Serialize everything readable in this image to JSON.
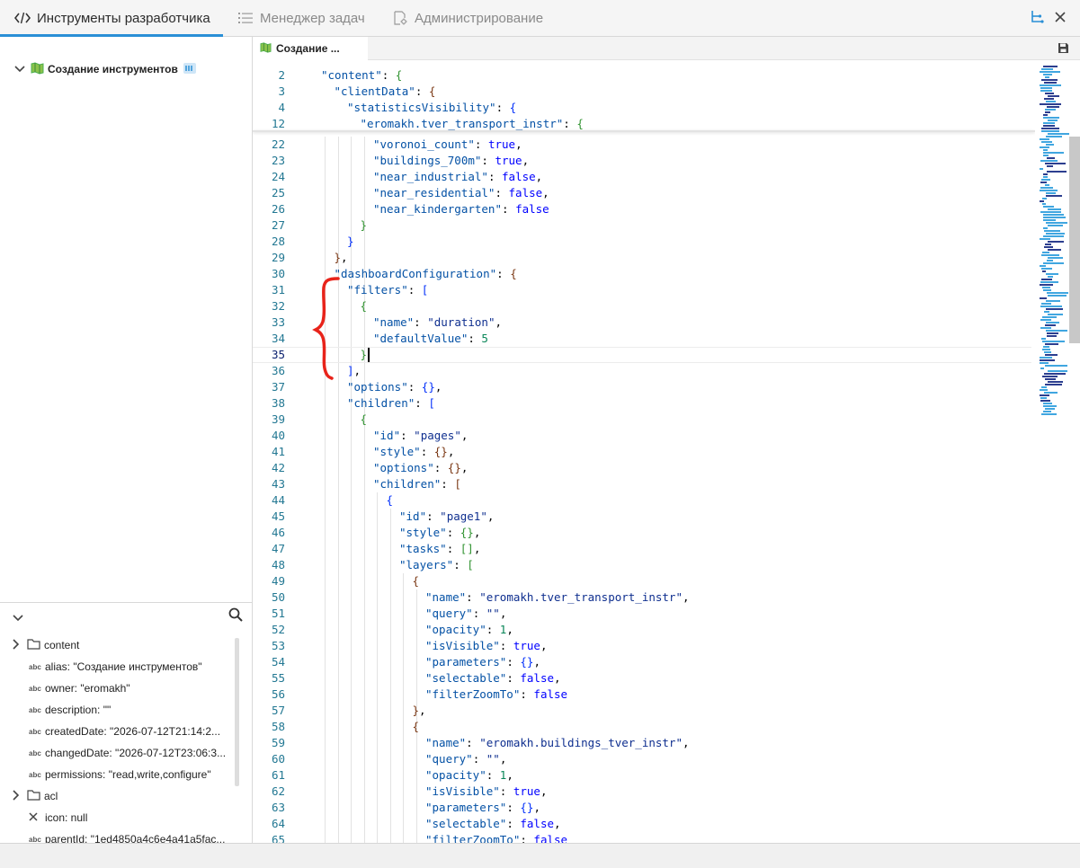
{
  "tabs": [
    {
      "label": "Инструменты разработчика",
      "icon": "code-icon"
    },
    {
      "label": "Менеджер задач",
      "icon": "list-icon"
    },
    {
      "label": "Администрирование",
      "icon": "admin-settings-icon"
    }
  ],
  "tree": {
    "root_label": "Создание инструментов"
  },
  "editor_tab": {
    "label": "Создание ..."
  },
  "properties": [
    {
      "type": "folder",
      "text": "content"
    },
    {
      "type": "abc",
      "text": "alias: \"Создание инструментов\""
    },
    {
      "type": "abc",
      "text": "owner: \"eromakh\""
    },
    {
      "type": "abc",
      "text": "description: \"\""
    },
    {
      "type": "abc",
      "text": "createdDate: \"2026-07-12T21:14:2..."
    },
    {
      "type": "abc",
      "text": "changedDate: \"2026-07-12T23:06:3..."
    },
    {
      "type": "abc",
      "text": "permissions: \"read,write,configure\""
    },
    {
      "type": "folder",
      "text": "acl"
    },
    {
      "type": "null",
      "text": "icon: null"
    },
    {
      "type": "abc",
      "text": "parentId: \"1ed4850a4c6e4a41a5fac..."
    }
  ],
  "abc_label": "abc",
  "sticky_lines": [
    {
      "n": "2",
      "indent": 0,
      "code": "<span class=\"k\">\"content\"</span>: <span class=\"br1\">{</span>"
    },
    {
      "n": "3",
      "indent": 1,
      "code": "<span class=\"k\">\"clientData\"</span>: <span class=\"br2\">{</span>"
    },
    {
      "n": "4",
      "indent": 2,
      "code": "<span class=\"k\">\"statisticsVisibility\"</span>: <span class=\"br3\">{</span>"
    },
    {
      "n": "12",
      "indent": 3,
      "code": "<span class=\"k\">\"eromakh.tver_transport_instr\"</span>: <span class=\"br1\">{</span>"
    }
  ],
  "lines": [
    {
      "n": "22",
      "indent": 4,
      "code": "<span class=\"k\">\"voronoi_count\"</span>: <span class=\"b\">true</span>,"
    },
    {
      "n": "23",
      "indent": 4,
      "code": "<span class=\"k\">\"buildings_700m\"</span>: <span class=\"b\">true</span>,"
    },
    {
      "n": "24",
      "indent": 4,
      "code": "<span class=\"k\">\"near_industrial\"</span>: <span class=\"b\">false</span>,"
    },
    {
      "n": "25",
      "indent": 4,
      "code": "<span class=\"k\">\"near_residential\"</span>: <span class=\"b\">false</span>,"
    },
    {
      "n": "26",
      "indent": 4,
      "code": "<span class=\"k\">\"near_kindergarten\"</span>: <span class=\"b\">false</span>"
    },
    {
      "n": "27",
      "indent": 3,
      "code": "<span class=\"br1\">}</span>"
    },
    {
      "n": "28",
      "indent": 2,
      "code": "<span class=\"br3\">}</span>"
    },
    {
      "n": "29",
      "indent": 1,
      "code": "<span class=\"br2\">}</span>,"
    },
    {
      "n": "30",
      "indent": 1,
      "code": "<span class=\"k\">\"dashboardConfiguration\"</span>: <span class=\"br2\">{</span>"
    },
    {
      "n": "31",
      "indent": 2,
      "code": "<span class=\"k\">\"filters\"</span>: <span class=\"br3\">[</span>"
    },
    {
      "n": "32",
      "indent": 3,
      "code": "<span class=\"br1\">{</span>"
    },
    {
      "n": "33",
      "indent": 4,
      "code": "<span class=\"k\">\"name\"</span>: <span class=\"s\">\"duration\"</span>,"
    },
    {
      "n": "34",
      "indent": 4,
      "code": "<span class=\"k\">\"defaultValue\"</span>: <span class=\"n\">5</span>"
    },
    {
      "n": "35",
      "indent": 3,
      "code": "<span class=\"br1\">}</span>"
    },
    {
      "n": "36",
      "indent": 2,
      "code": "<span class=\"br3\">]</span>,"
    },
    {
      "n": "37",
      "indent": 2,
      "code": "<span class=\"k\">\"options\"</span>: <span class=\"br3\">{}</span>,"
    },
    {
      "n": "38",
      "indent": 2,
      "code": "<span class=\"k\">\"children\"</span>: <span class=\"br3\">[</span>"
    },
    {
      "n": "39",
      "indent": 3,
      "code": "<span class=\"br1\">{</span>"
    },
    {
      "n": "40",
      "indent": 4,
      "code": "<span class=\"k\">\"id\"</span>: <span class=\"s\">\"pages\"</span>,"
    },
    {
      "n": "41",
      "indent": 4,
      "code": "<span class=\"k\">\"style\"</span>: <span class=\"br2\">{}</span>,"
    },
    {
      "n": "42",
      "indent": 4,
      "code": "<span class=\"k\">\"options\"</span>: <span class=\"br2\">{}</span>,"
    },
    {
      "n": "43",
      "indent": 4,
      "code": "<span class=\"k\">\"children\"</span>: <span class=\"br2\">[</span>"
    },
    {
      "n": "44",
      "indent": 5,
      "code": "<span class=\"br3\">{</span>"
    },
    {
      "n": "45",
      "indent": 6,
      "code": "<span class=\"k\">\"id\"</span>: <span class=\"s\">\"page1\"</span>,"
    },
    {
      "n": "46",
      "indent": 6,
      "code": "<span class=\"k\">\"style\"</span>: <span class=\"br1\">{}</span>,"
    },
    {
      "n": "47",
      "indent": 6,
      "code": "<span class=\"k\">\"tasks\"</span>: <span class=\"br1\">[]</span>,"
    },
    {
      "n": "48",
      "indent": 6,
      "code": "<span class=\"k\">\"layers\"</span>: <span class=\"br1\">[</span>"
    },
    {
      "n": "49",
      "indent": 7,
      "code": "<span class=\"br2\">{</span>"
    },
    {
      "n": "50",
      "indent": 8,
      "code": "<span class=\"k\">\"name\"</span>: <span class=\"s\">\"eromakh.tver_transport_instr\"</span>,"
    },
    {
      "n": "51",
      "indent": 8,
      "code": "<span class=\"k\">\"query\"</span>: <span class=\"s\">\"\"</span>,"
    },
    {
      "n": "52",
      "indent": 8,
      "code": "<span class=\"k\">\"opacity\"</span>: <span class=\"n\">1</span>,"
    },
    {
      "n": "53",
      "indent": 8,
      "code": "<span class=\"k\">\"isVisible\"</span>: <span class=\"b\">true</span>,"
    },
    {
      "n": "54",
      "indent": 8,
      "code": "<span class=\"k\">\"parameters\"</span>: <span class=\"br3\">{}</span>,"
    },
    {
      "n": "55",
      "indent": 8,
      "code": "<span class=\"k\">\"selectable\"</span>: <span class=\"b\">false</span>,"
    },
    {
      "n": "56",
      "indent": 8,
      "code": "<span class=\"k\">\"filterZoomTo\"</span>: <span class=\"b\">false</span>"
    },
    {
      "n": "57",
      "indent": 7,
      "code": "<span class=\"br2\">}</span>,"
    },
    {
      "n": "58",
      "indent": 7,
      "code": "<span class=\"br2\">{</span>"
    },
    {
      "n": "59",
      "indent": 8,
      "code": "<span class=\"k\">\"name\"</span>: <span class=\"s\">\"eromakh.buildings_tver_instr\"</span>,"
    },
    {
      "n": "60",
      "indent": 8,
      "code": "<span class=\"k\">\"query\"</span>: <span class=\"s\">\"\"</span>,"
    },
    {
      "n": "61",
      "indent": 8,
      "code": "<span class=\"k\">\"opacity\"</span>: <span class=\"n\">1</span>,"
    },
    {
      "n": "62",
      "indent": 8,
      "code": "<span class=\"k\">\"isVisible\"</span>: <span class=\"b\">true</span>,"
    },
    {
      "n": "63",
      "indent": 8,
      "code": "<span class=\"k\">\"parameters\"</span>: <span class=\"br3\">{}</span>,"
    },
    {
      "n": "64",
      "indent": 8,
      "code": "<span class=\"k\">\"selectable\"</span>: <span class=\"b\">false</span>,"
    },
    {
      "n": "65",
      "indent": 8,
      "code": "<span class=\"k\">\"filterZoomTo\"</span>: <span class=\"b\">false</span>"
    }
  ],
  "current_line": "35",
  "colors": {
    "accent": "#2a8fd6",
    "annotation": "#e8231a",
    "map_icon": "#4caf50"
  }
}
